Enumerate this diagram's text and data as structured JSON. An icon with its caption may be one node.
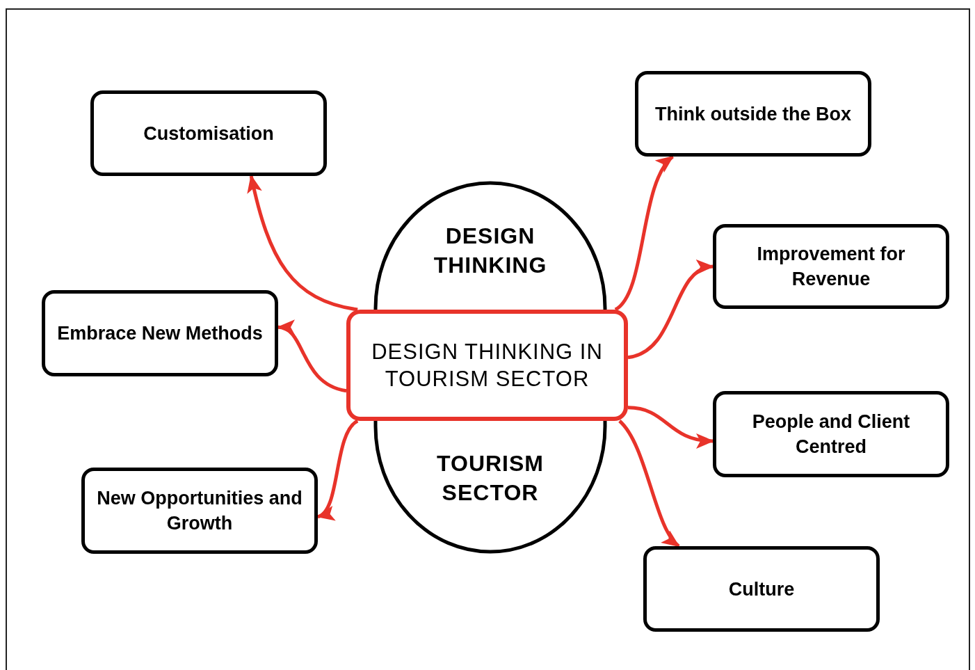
{
  "diagram": {
    "nodes": [
      {
        "text": [
          "Customisation"
        ]
      },
      {
        "text": [
          "Think outside the Box"
        ]
      },
      {
        "text": [
          "DESIGN THINKING",
          "TOURISM SECTOR"
        ]
      },
      {
        "text": [
          "Improvement for Revenue"
        ]
      },
      {
        "text": [
          "Embrace New Methods"
        ]
      },
      {
        "text": [
          "DESIGN THINKING IN TOURISM SECTOR"
        ]
      },
      {
        "text": [
          "People and Client Centred"
        ]
      },
      {
        "text": [
          "New Opportunities and Growth"
        ]
      },
      {
        "text": [
          "Culture"
        ]
      }
    ],
    "edges": [
      {
        "from": 5,
        "to": 0,
        "arrow": "to"
      },
      {
        "from": 5,
        "to": 1,
        "arrow": "to"
      },
      {
        "from": 5,
        "to": 3,
        "arrow": "to"
      },
      {
        "from": 5,
        "to": 4,
        "arrow": "to"
      },
      {
        "from": 5,
        "to": 6,
        "arrow": "to"
      },
      {
        "from": 5,
        "to": 7,
        "arrow": "to"
      },
      {
        "from": 5,
        "to": 8,
        "arrow": "to"
      }
    ]
  }
}
